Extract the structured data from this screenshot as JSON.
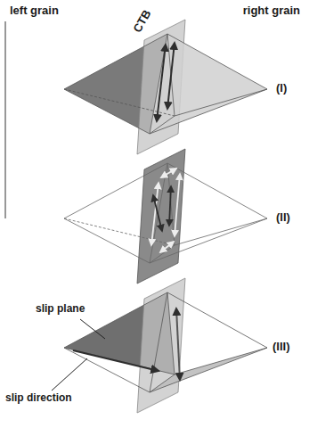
{
  "diagram": {
    "labels": [
      "left grain",
      "right grain",
      "CTB",
      "(I)",
      "(II)",
      "(III)",
      "slip plane",
      "slip direction"
    ]
  }
}
